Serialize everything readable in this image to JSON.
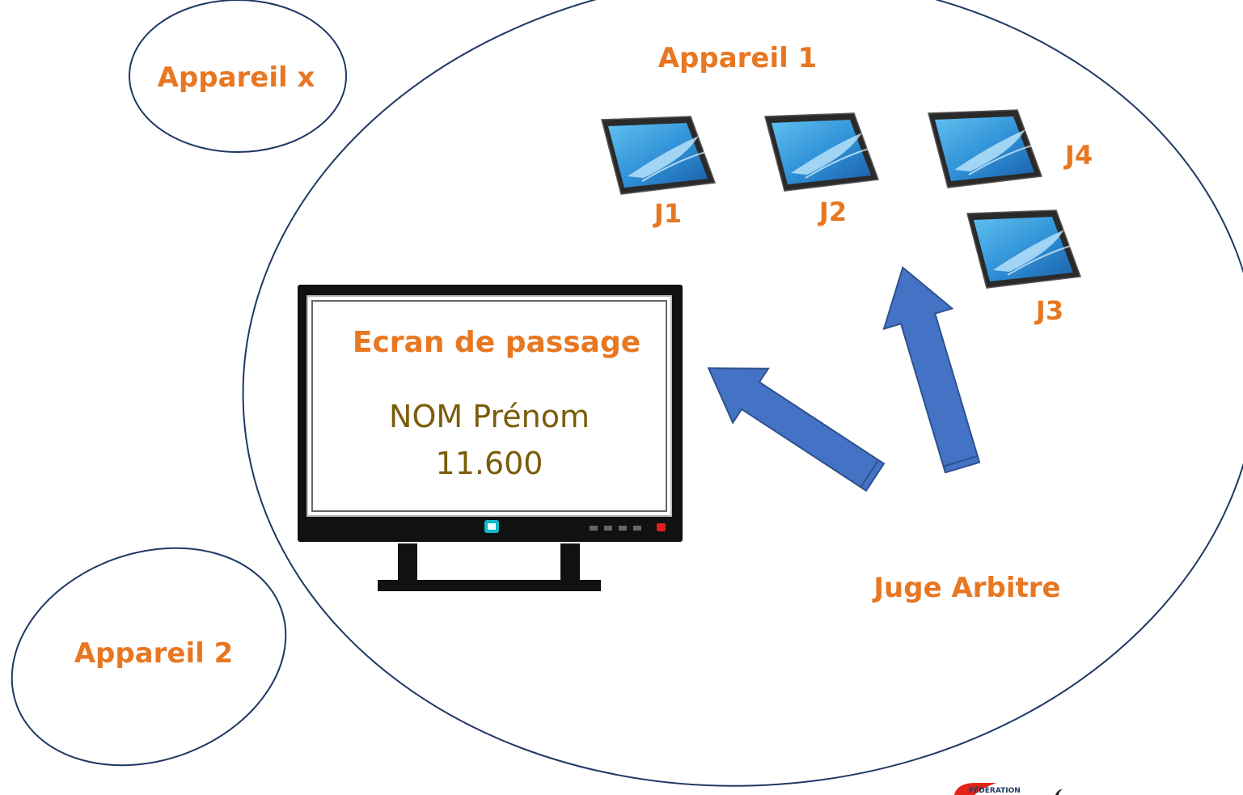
{
  "colors": {
    "label": "#e87722",
    "screen_text": "#7a5c0a",
    "outline": "#1f3864",
    "arrow_fill": "#4472c4",
    "arrow_stroke": "#2f528f",
    "monitor": "#111111",
    "tablet_screen": "#3aa4e0",
    "logo_red": "#e2231a"
  },
  "labels": {
    "appareil_1": "Appareil 1",
    "appareil_x": "Appareil x",
    "appareil_2": "Appareil 2",
    "juge_arbitre": "Juge Arbitre"
  },
  "screen": {
    "title": "Ecran de passage",
    "name": "NOM Prénom",
    "score": "11.600"
  },
  "judges": [
    "J1",
    "J2",
    "J3",
    "J4"
  ],
  "icons": [
    "tablet-icon",
    "monitor-icon",
    "arrow-icon",
    "federation-logo"
  ],
  "logo": {
    "text": "FÉDÉRATION"
  }
}
